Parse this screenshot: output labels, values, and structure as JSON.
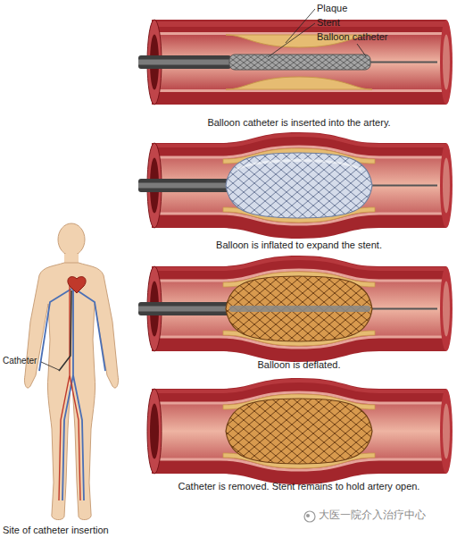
{
  "diagram": {
    "labels": [
      "Plaque",
      "Stent",
      "Balloon catheter",
      "Balloon catheter is inserted into the artery.",
      "Balloon is inflated to expand the stent.",
      "Balloon is deflated.",
      "Catheter is removed. Stent remains to hold artery open.",
      "Catheter",
      "Site of catheter insertion",
      "大医一院介入治疗中心"
    ]
  }
}
